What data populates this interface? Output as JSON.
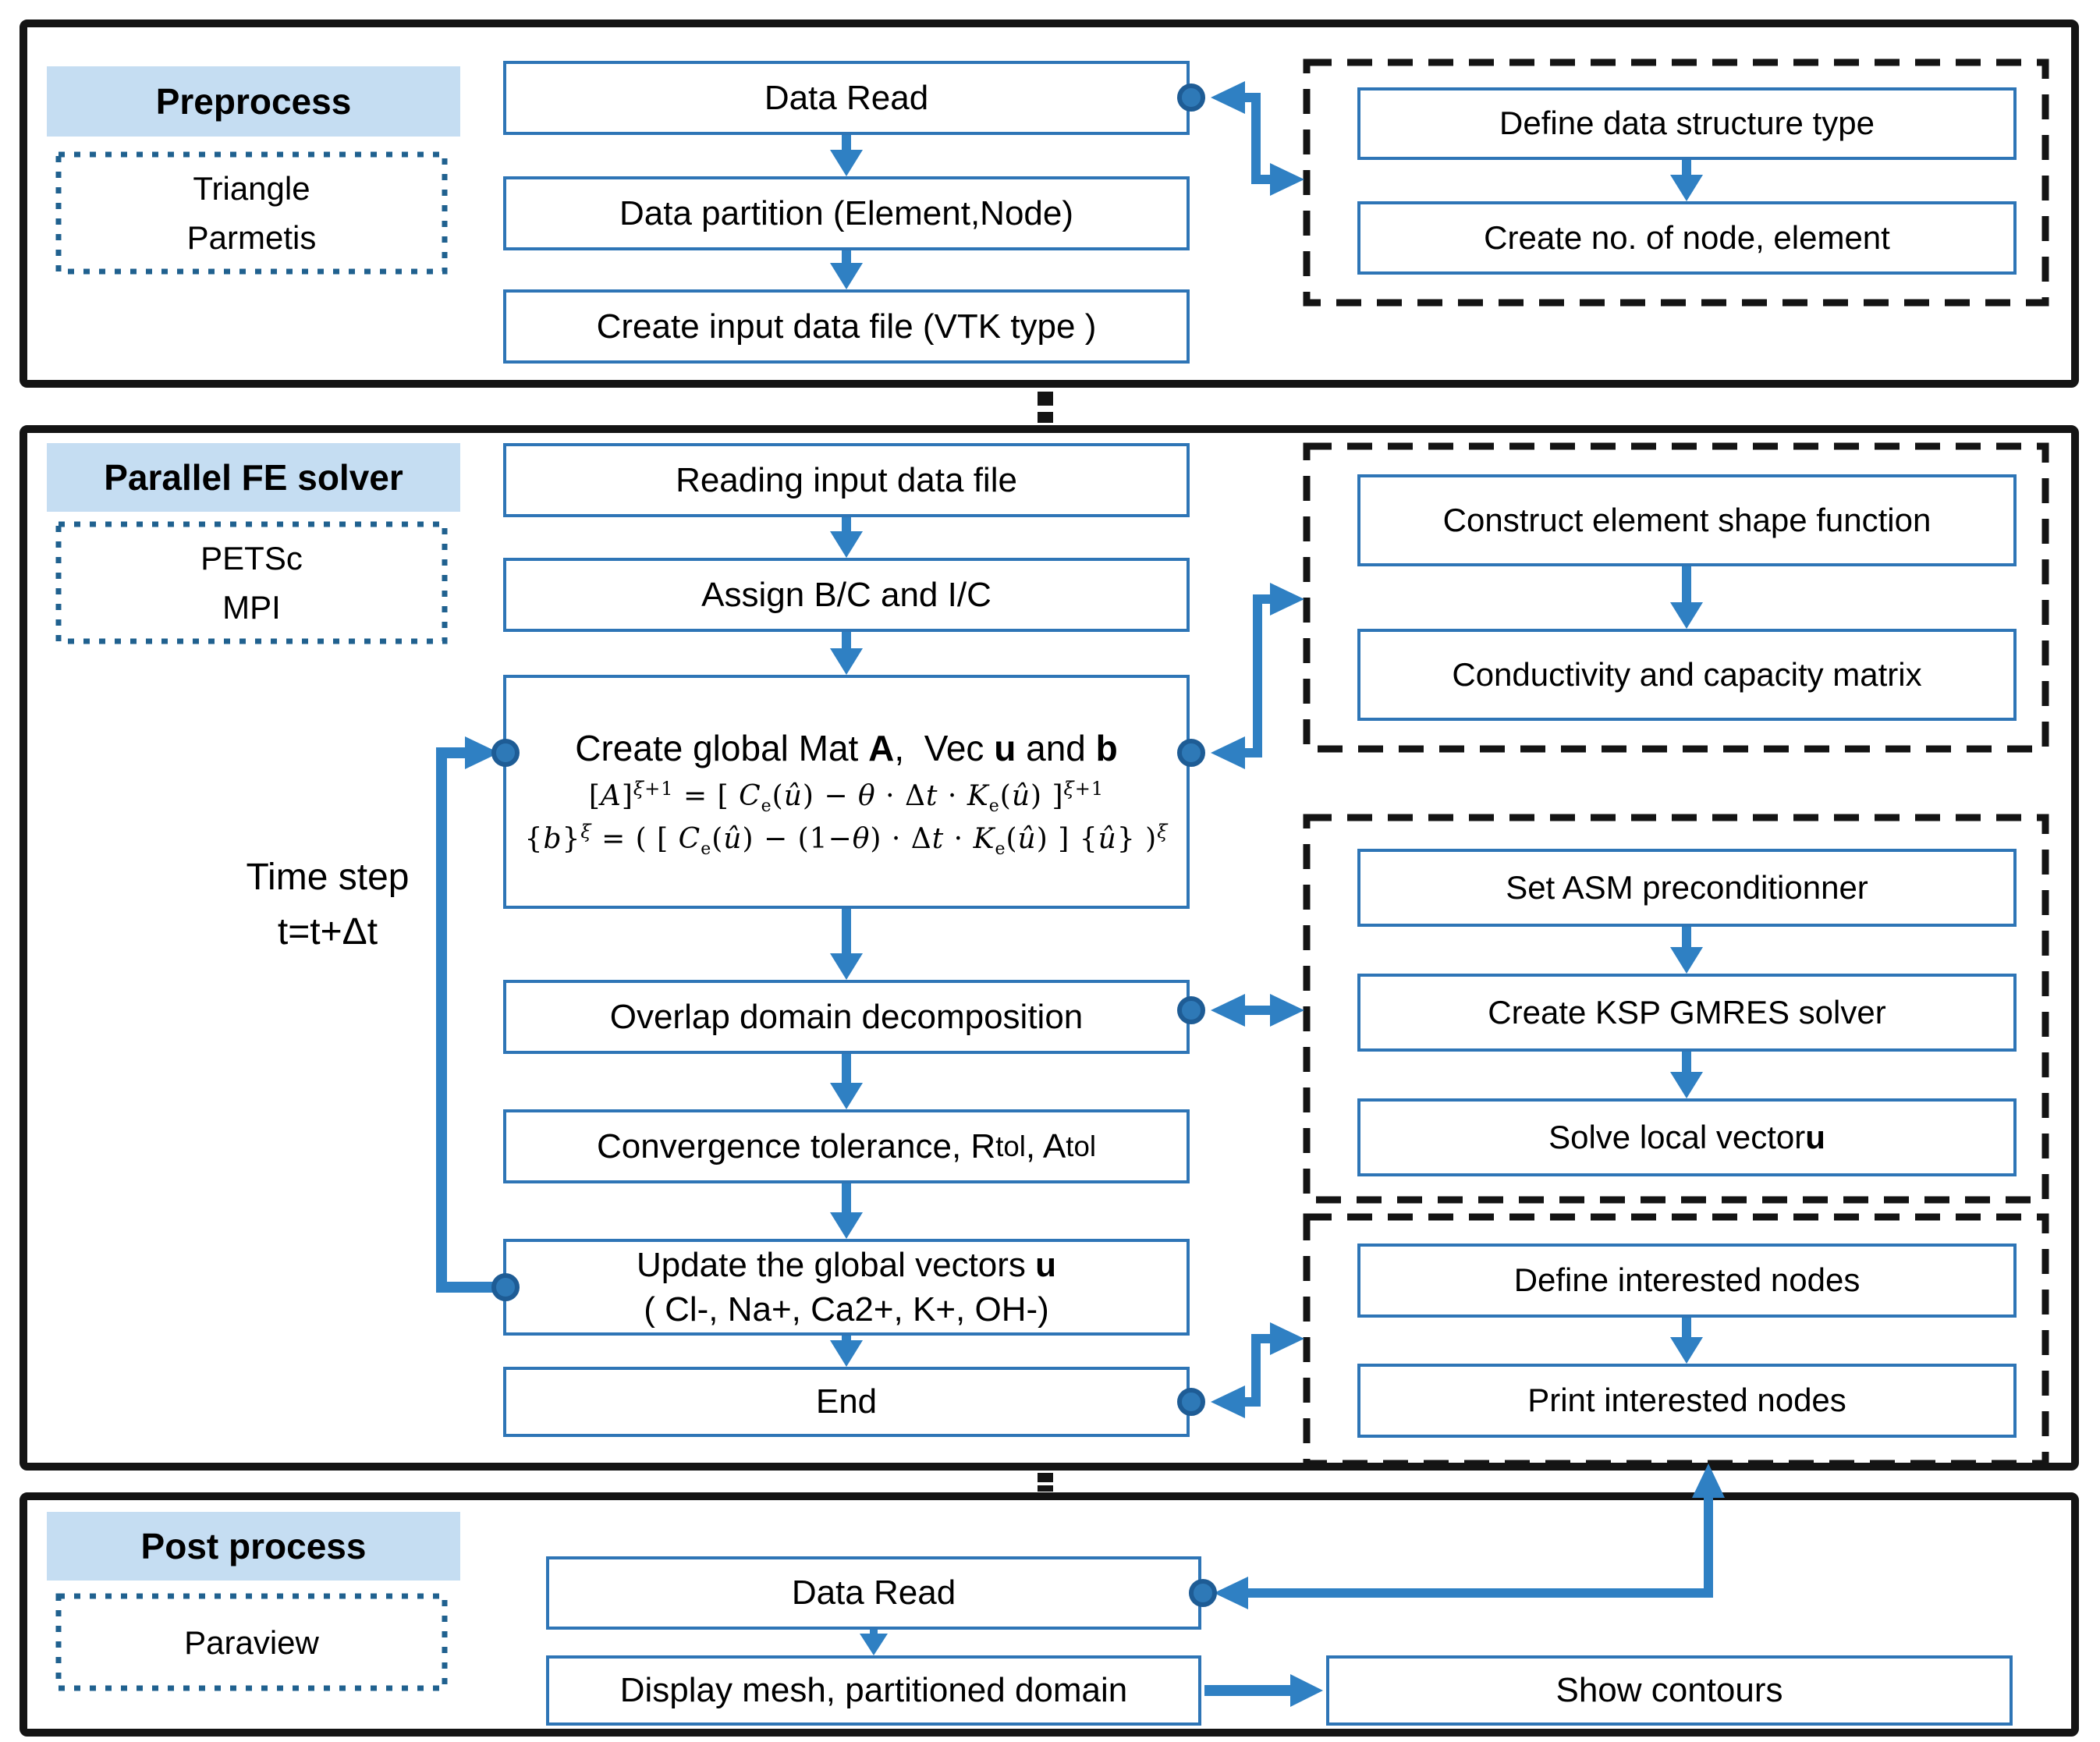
{
  "colors": {
    "accent_blue": "#2E75B6",
    "arrow_blue": "#2F80C3",
    "dot_fill": "#2E79B7",
    "dot_ring": "#1E5C95",
    "label_fill": "#C5DDF2",
    "group_dash": "#141414"
  },
  "preprocess": {
    "label": "Preprocess",
    "tools": [
      "Triangle",
      "Parmetis"
    ],
    "steps": {
      "data_read": "Data Read",
      "data_partition": "Data partition (Element,Node)",
      "create_input": "Create input data file (VTK type )"
    },
    "group": {
      "define_type": "Define data structure type",
      "create_count": "Create no. of node, element"
    }
  },
  "solver": {
    "label": "Parallel FE solver",
    "tools": [
      "PETSc",
      "MPI"
    ],
    "time_step": {
      "line1": "Time step",
      "line2": "t=t+Δt"
    },
    "steps": {
      "reading": "Reading input data file",
      "assign": "Assign B/C and I/C",
      "create_global_title": "Create global Mat <b>A</b>,&nbsp; Vec <b>u</b> and <b>b</b>",
      "formula_a": "[<i>A</i>]<sup><i>ξ</i>+1</sup> = [ <i>C</i><sub>e</sub>(<i>û</i>) − <i>θ</i> · Δ<i>t</i> · <i>K</i><sub>e</sub>(<i>û</i>) ]<sup><i>ξ</i>+1</sup>",
      "formula_b": "{<i>b</i>}<sup><i>ξ</i></sup> = ( [ <i>C</i><sub>e</sub>(<i>û</i>) − (1−<i>θ</i>) · Δ<i>t</i> · <i>K</i><sub>e</sub>(<i>û</i>) ] {<i>û</i>} )<sup><i>ξ</i></sup>",
      "overlap": "Overlap domain decomposition",
      "convergence": "Convergence tolerance, R<sub>tol</sub>, A<sub>tol</sub>",
      "update_line1": "Update the global vectors <b>u</b>",
      "update_line2": "( Cl-, Na+, Ca2+, K+, OH-)",
      "end": "End"
    },
    "shape_group": {
      "construct": "Construct element shape function",
      "conductivity": "Conductivity and capacity matrix"
    },
    "ksp_group": {
      "asm": "Set ASM preconditionner",
      "ksp": "Create KSP GMRES solver",
      "solve": "Solve local vector <b>u</b>"
    },
    "nodes_group": {
      "define_nodes": "Define interested nodes",
      "print_nodes": "Print interested nodes"
    }
  },
  "postprocess": {
    "label": "Post process",
    "tools": [
      "Paraview"
    ],
    "steps": {
      "data_read": "Data Read",
      "display": "Display mesh, partitioned domain",
      "show_contours": "Show contours"
    }
  }
}
